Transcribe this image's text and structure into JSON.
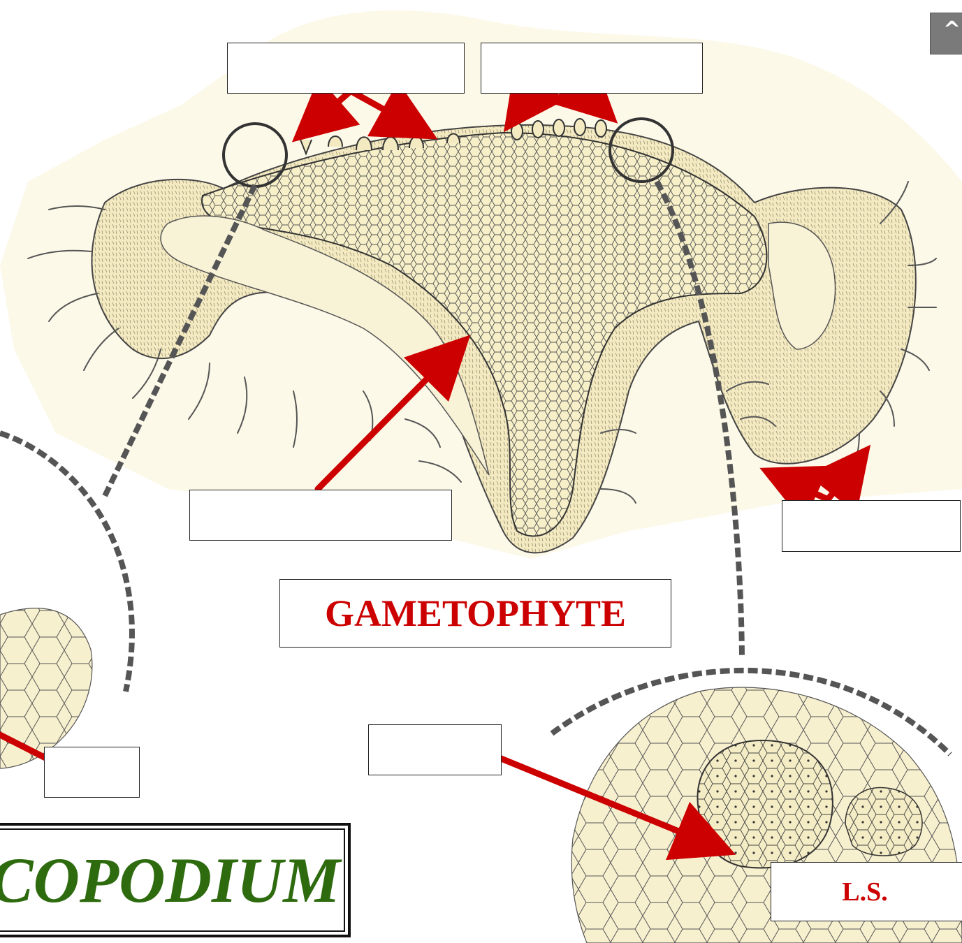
{
  "labels": {
    "gametophyte": "GAMETOPHYTE",
    "ls": "L.S.",
    "title": "LYCOPODIUM"
  },
  "nav": {
    "up_symbol": "^"
  },
  "colors": {
    "arrow": "#cc0000",
    "title": "#2e6b0f",
    "tissue": "#f6efc8",
    "ink": "#3a3a3a"
  }
}
